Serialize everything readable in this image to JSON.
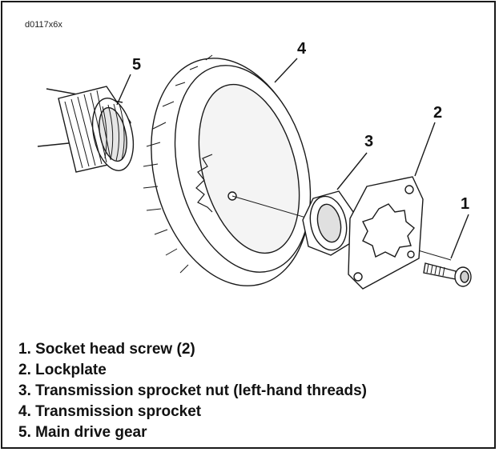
{
  "figure": {
    "id": "d0117x6x",
    "callouts": [
      "1",
      "2",
      "3",
      "4",
      "5"
    ]
  },
  "legend": [
    "1. Socket head screw (2)",
    "2. Lockplate",
    "3. Transmission sprocket nut (left-hand threads)",
    "4. Transmission sprocket",
    "5. Main drive gear"
  ],
  "colors": {
    "line": "#1a1a1a",
    "fill": "#ffffff",
    "shade": "#cfcfcf"
  }
}
